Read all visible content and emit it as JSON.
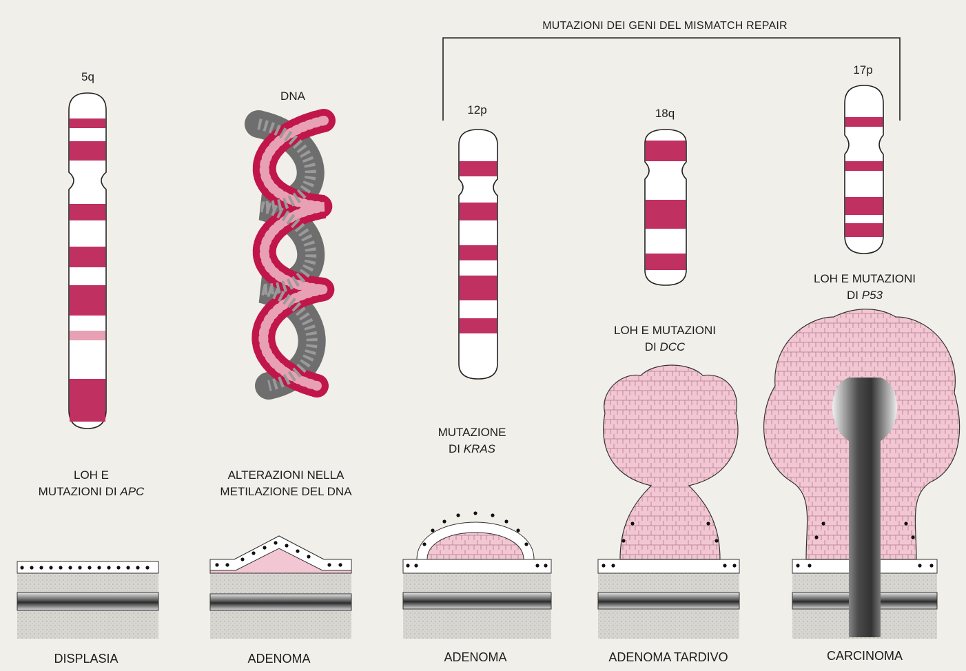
{
  "bracket_title": "MUTAZIONI DEI GENI DEL MISMATCH REPAIR",
  "dna_label": "DNA",
  "chromosomes": {
    "c5q": "5q",
    "c12p": "12p",
    "c18q": "18q",
    "c17p": "17p"
  },
  "events": {
    "apc": {
      "line1": "LOH E",
      "line2_prefix": "MUTAZIONI DI ",
      "gene": "APC"
    },
    "methylation": {
      "line1": "ALTERAZIONI NELLA",
      "line2": "METILAZIONE DEL DNA"
    },
    "kras": {
      "line1": "MUTAZIONE",
      "line2_prefix": "DI ",
      "gene": "KRAS"
    },
    "dcc": {
      "line1": "LOH E MUTAZIONI",
      "line2_prefix": "DI ",
      "gene": "DCC"
    },
    "p53": {
      "line1": "LOH E MUTAZIONI",
      "line2_prefix": "DI ",
      "gene": "P53"
    }
  },
  "stages": {
    "s1": "DISPLASIA",
    "s2": "ADENOMA",
    "s3": "ADENOMA",
    "s4": "ADENOMA TARDIVO",
    "s5": "CARCINOMA"
  },
  "colors": {
    "band": "#c03060",
    "band_light": "#e8a0b4",
    "tissue_pink": "#f2c7d3",
    "dna_dark": "#6e6e6e",
    "dna_red": "#c0164a"
  }
}
